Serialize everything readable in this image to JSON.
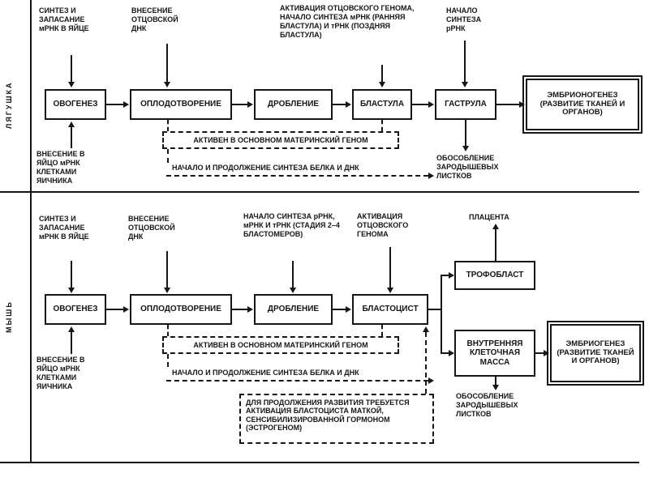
{
  "page": {
    "background": "#ffffff",
    "ink": "#161616"
  },
  "frog": {
    "section_label": "ЛЯГУШКА",
    "stages": {
      "oogenesis": "ОВОГЕНЕЗ",
      "fertilization": "ОПЛОДОТВОРЕНИЕ",
      "cleavage": "ДРОБЛЕНИЕ",
      "blastula": "БЛАСТУЛА",
      "gastrula": "ГАСТРУЛА",
      "embryogenesis": "ЭМБРИОНОГЕНЕЗ (РАЗВИТИЕ ТКАНЕЙ И ОРГАНОВ)"
    },
    "notes": {
      "synthesis_storage": "СИНТЕЗ И ЗАПАСАНИЕ мРНК В ЯЙЦЕ",
      "paternal_dna": "ВНЕСЕНИЕ ОТЦОВСКОЙ ДНК",
      "genome_activation": "АКТИВАЦИЯ ОТЦОВСКОГО ГЕНОМА, НАЧАЛО СИНТЕЗА мРНК (РАННЯЯ БЛАСТУЛА) И тРНК (ПОЗДНЯЯ БЛАСТУЛА)",
      "rrna_synthesis": "НАЧАЛО СИНТЕЗА рРНК",
      "mrna_from_ovary": "ВНЕСЕНИЕ В ЯЙЦО мРНК КЛЕТКАМИ ЯИЧНИКА",
      "maternal_genome": "АКТИВЕН В ОСНОВНОМ МАТЕРИНСКИЙ ГЕНОМ",
      "protein_dna_synthesis": "НАЧАЛО И ПРОДОЛЖЕНИЕ СИНТЕЗА БЕЛКА И ДНК",
      "germ_layers": "ОБОСОБЛЕНИЕ ЗАРОДЫШЕВЫХ ЛИСТКОВ"
    }
  },
  "mouse": {
    "section_label": "МЫШЬ",
    "stages": {
      "oogenesis": "ОВОГЕНЕЗ",
      "fertilization": "ОПЛОДОТВОРЕНИЕ",
      "cleavage": "ДРОБЛЕНИЕ",
      "blastocyst": "БЛАСТОЦИСТ",
      "trophoblast": "ТРОФОБЛАСТ",
      "inner_cell_mass": "ВНУТРЕННЯЯ КЛЕТОЧНАЯ МАССА",
      "embryogenesis": "ЭМБРИОГЕНЕЗ (РАЗВИТИЕ ТКАНЕЙ И ОРГАНОВ)"
    },
    "notes": {
      "synthesis_storage": "СИНТЕЗ И ЗАПАСАНИЕ мРНК В ЯЙЦЕ",
      "paternal_dna": "ВНЕСЕНИЕ ОТЦОВСКОЙ ДНК",
      "rna_start": "НАЧАЛО СИНТЕЗА рРНК, мРНК И тРНК (СТАДИЯ 2–4 БЛАСТОМЕРОВ)",
      "genome_activation": "АКТИВАЦИЯ ОТЦОВСКОГО ГЕНОМА",
      "placenta": "ПЛАЦЕНТА",
      "mrna_from_ovary": "ВНЕСЕНИЕ В ЯЙЦО мРНК КЛЕТКАМИ ЯИЧНИКА",
      "maternal_genome": "АКТИВЕН В ОСНОВНОМ МАТЕРИНСКИЙ ГЕНОМ",
      "protein_dna_synthesis": "НАЧАЛО И ПРОДОЛЖЕНИЕ СИНТЕЗА БЕЛКА И ДНК",
      "uterus_activation": "ДЛЯ ПРОДОЛЖЕНИЯ РАЗВИТИЯ ТРЕБУЕТСЯ АКТИВАЦИЯ БЛАСТОЦИСТА МАТКОЙ, СЕНСИБИЛИЗИРОВАННОЙ ГОРМОНОМ (ЭСТРОГЕНОМ)",
      "germ_layers": "ОБОСОБЛЕНИЕ ЗАРОДЫШЕВЫХ ЛИСТКОВ"
    }
  }
}
